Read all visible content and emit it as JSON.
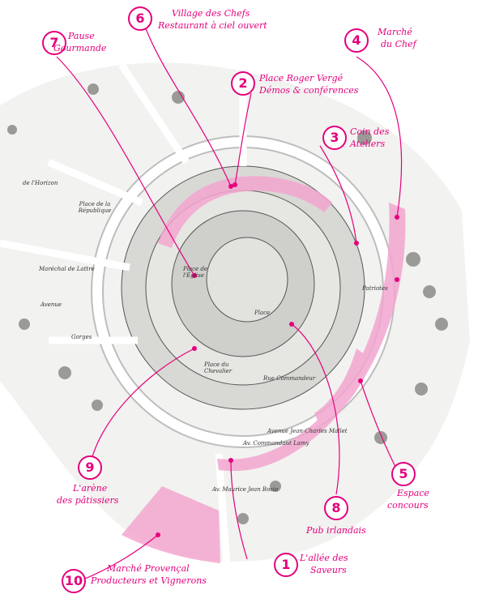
{
  "accent_color": "#e4007c",
  "zone_color": "#f3a6cf",
  "pois": [
    {
      "number": "1",
      "title": "L'allée des",
      "subtitle": "Saveurs"
    },
    {
      "number": "2",
      "title": "Place Roger Vergé",
      "subtitle": "Démos & conférences"
    },
    {
      "number": "3",
      "title": "Coin des",
      "subtitle": "Ateliers"
    },
    {
      "number": "4",
      "title": "Marché",
      "subtitle": "du Chef"
    },
    {
      "number": "5",
      "title": "Espace",
      "subtitle": "concours"
    },
    {
      "number": "6",
      "title": "Village des Chefs",
      "subtitle": "Restaurant à ciel ouvert"
    },
    {
      "number": "7",
      "title": "Pause",
      "subtitle": "Gourmande"
    },
    {
      "number": "8",
      "title": "Pub irlandais",
      "subtitle": ""
    },
    {
      "number": "9",
      "title": "L'arène",
      "subtitle": "des pâtissiers"
    },
    {
      "number": "10",
      "title": "Marché Provençal",
      "subtitle": "Producteurs et Vignerons"
    }
  ],
  "streets": {
    "horizon": "de l'Horizon",
    "place_republique": "Place de la République",
    "marechal": "Maréchal de Lattre",
    "avenue": "Avenue",
    "rue_commandeur": "Rue Commandeur",
    "av_commandant_lamy": "Av. Commandant Lamy",
    "avenue_jean_charles": "Avenue Jean-Charles Mallet",
    "patriotes": "Patriotes",
    "place_marie": "Place",
    "place_eglise": "Place de l'Église",
    "place_chevalier": "Place du Chevalier",
    "av_maurice": "Av. Maurice Jean Bosio",
    "gorges": "Gorges"
  }
}
